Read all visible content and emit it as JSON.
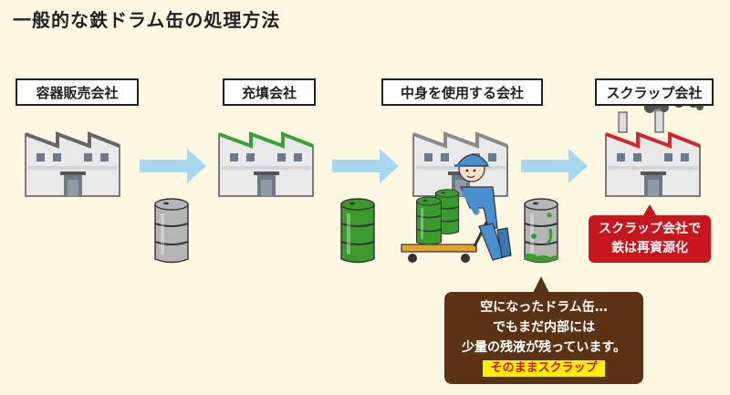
{
  "title": "一般的な鉄ドラム缶の処理方法",
  "stages": [
    {
      "label": "容器販売会社"
    },
    {
      "label": "充填会社"
    },
    {
      "label": "中身を使用する会社"
    },
    {
      "label": "スクラップ会社"
    }
  ],
  "scrap_callout": {
    "line1": "スクラップ会社で",
    "line2": "鉄は再資源化"
  },
  "empty_callout": {
    "line1": "空になったドラム缶…",
    "line2": "でもまだ内部には",
    "line3": "少量の残液が残っています。",
    "tag": "そのままスクラップ"
  },
  "colors": {
    "background": "#fcf8e1",
    "arrow": "#a8d8f0",
    "drum_gray": "#b5b5b5",
    "drum_green": "#3a9a2e",
    "roof_green": "#3aa13a",
    "roof_gray": "#8a8a8a",
    "roof_red": "#d3262e",
    "callout_red": "#c8161e",
    "callout_brown": "#5a3214",
    "highlight_yellow": "#f9ef0a"
  }
}
